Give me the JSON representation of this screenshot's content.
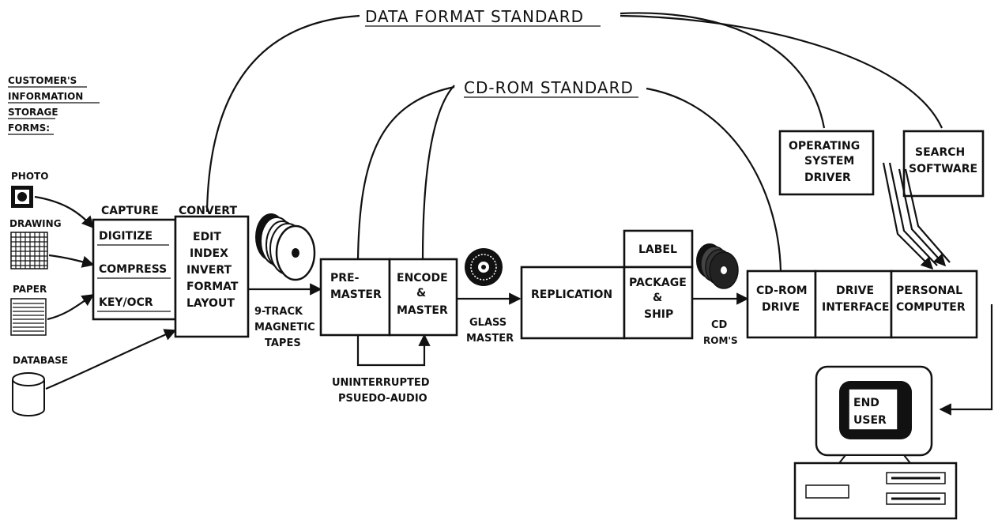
{
  "standards": {
    "data_format": "DATA FORMAT STANDARD",
    "cd_rom": "CD-ROM STANDARD"
  },
  "customer": {
    "heading": [
      "CUSTOMER'S",
      "INFORMATION",
      "STORAGE",
      "FORMS:"
    ],
    "forms": [
      "PHOTO",
      "DRAWING",
      "PAPER",
      "DATABASE"
    ]
  },
  "capture": {
    "title": "CAPTURE",
    "items": [
      "DIGITIZE",
      "COMPRESS",
      "KEY/OCR"
    ]
  },
  "convert": {
    "title": "CONVERT",
    "items": [
      "EDIT",
      "INDEX",
      "INVERT",
      "FORMAT",
      "LAYOUT"
    ]
  },
  "tapes": [
    "9-TRACK",
    "MAGNETIC",
    "TAPES"
  ],
  "premaster": [
    "PRE-",
    "MASTER"
  ],
  "encode": [
    "ENCODE",
    "&",
    "MASTER"
  ],
  "pseudo_audio": [
    "UNINTERRUPTED",
    "PSUEDO-AUDIO"
  ],
  "glass_master": [
    "GLASS",
    "MASTER"
  ],
  "replication": "REPLICATION",
  "label": "LABEL",
  "package": [
    "PACKAGE",
    "&",
    "SHIP"
  ],
  "cd_roms": [
    "CD",
    "ROM'S"
  ],
  "cd_rom_drive": [
    "CD-ROM",
    "DRIVE"
  ],
  "drive_interface": [
    "DRIVE",
    "INTERFACE"
  ],
  "personal_computer": [
    "PERSONAL",
    "COMPUTER"
  ],
  "os_driver": [
    "OPERATING",
    "SYSTEM",
    "DRIVER"
  ],
  "search_software": [
    "SEARCH",
    "SOFTWARE"
  ],
  "end_user": [
    "END",
    "USER"
  ]
}
